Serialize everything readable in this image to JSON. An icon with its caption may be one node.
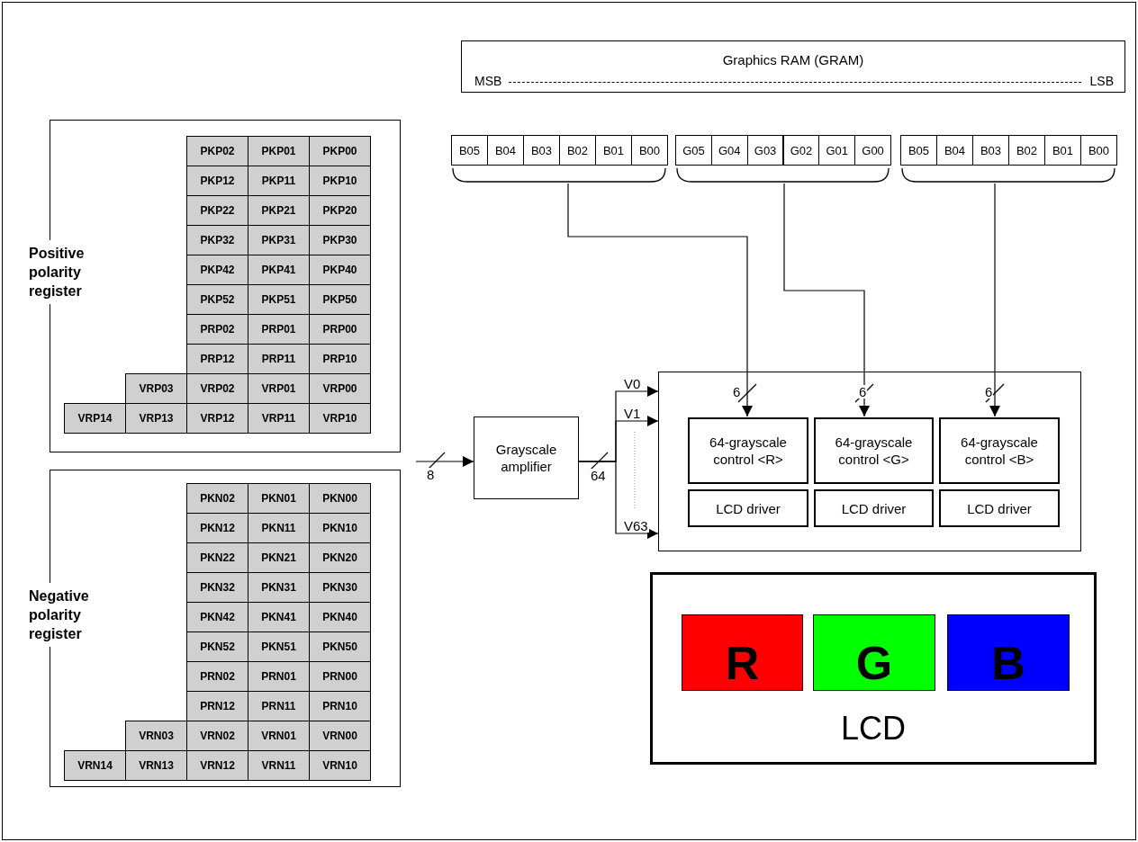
{
  "diagram": {
    "nodes": [
      {
        "text": [
          "Graphics RAM (GRAM)",
          "MSB",
          "LSB"
        ]
      },
      {
        "text": [
          "B05",
          "B04",
          "B03",
          "B02",
          "B01",
          "B00"
        ]
      },
      {
        "text": [
          "G05",
          "G04",
          "G03",
          "G02",
          "G01",
          "G00"
        ]
      },
      {
        "text": [
          "B05",
          "B04",
          "B03",
          "B02",
          "B01",
          "B00"
        ]
      },
      {
        "text": [
          "Positive polarity register"
        ]
      },
      {
        "text": [
          "Negative polarity register"
        ]
      },
      {
        "text": [
          "Grayscale amplifier"
        ]
      },
      {
        "text": [],
        "shape": "box"
      },
      {
        "text": [
          "64-grayscale control <R>"
        ],
        "in": 7
      },
      {
        "text": [
          "64-grayscale control <G>"
        ],
        "in": 7
      },
      {
        "text": [
          "64-grayscale control <B>"
        ],
        "in": 7
      },
      {
        "text": [
          "LCD driver"
        ],
        "in": 7
      },
      {
        "text": [
          "LCD driver"
        ],
        "in": 7
      },
      {
        "text": [
          "LCD driver"
        ],
        "in": 7
      },
      {
        "text": [
          "LCD"
        ]
      },
      {
        "text": [
          "R"
        ],
        "in": 14
      },
      {
        "text": [
          "G"
        ],
        "in": 14
      },
      {
        "text": [
          "B"
        ],
        "in": 14
      }
    ],
    "edges": [
      {
        "from": null,
        "to": 6,
        "arrow": "to",
        "label": "8"
      },
      {
        "from": 6,
        "to": 7,
        "arrow": "to",
        "label": "V0"
      },
      {
        "from": 6,
        "to": 7,
        "arrow": "to",
        "label": "V1"
      },
      {
        "from": 6,
        "to": 7,
        "arrow": "to",
        "label": "V63"
      },
      {
        "from": 1,
        "to": 8,
        "arrow": "to",
        "label": "6"
      },
      {
        "from": 2,
        "to": 9,
        "arrow": "to",
        "label": "6"
      },
      {
        "from": 3,
        "to": 10,
        "arrow": "to",
        "label": "6"
      }
    ],
    "labels": [
      "PKP02",
      "PKP01",
      "PKP00",
      "PKP12",
      "PKP11",
      "PKP10",
      "PKP22",
      "PKP21",
      "PKP20",
      "PKP32",
      "PKP31",
      "PKP30",
      "PKP42",
      "PKP41",
      "PKP40",
      "PKP52",
      "PKP51",
      "PKP50",
      "PRP02",
      "PRP01",
      "PRP00",
      "PRP12",
      "PRP11",
      "PRP10",
      "VRP03",
      "VRP02",
      "VRP01",
      "VRP00",
      "VRP14",
      "VRP13",
      "VRP12",
      "VRP11",
      "VRP10",
      "PKN02",
      "PKN01",
      "PKN00",
      "PKN12",
      "PKN11",
      "PKN10",
      "PKN22",
      "PKN21",
      "PKN20",
      "PKN32",
      "PKN31",
      "PKN30",
      "PKN42",
      "PKN41",
      "PKN40",
      "PKN52",
      "PKN51",
      "PKN50",
      "PRN02",
      "PRN01",
      "PRN00",
      "PRN12",
      "PRN11",
      "PRN10",
      "VRN03",
      "VRN02",
      "VRN01",
      "VRN00",
      "VRN14",
      "VRN13",
      "VRN12",
      "VRN11",
      "VRN10",
      "64"
    ]
  }
}
